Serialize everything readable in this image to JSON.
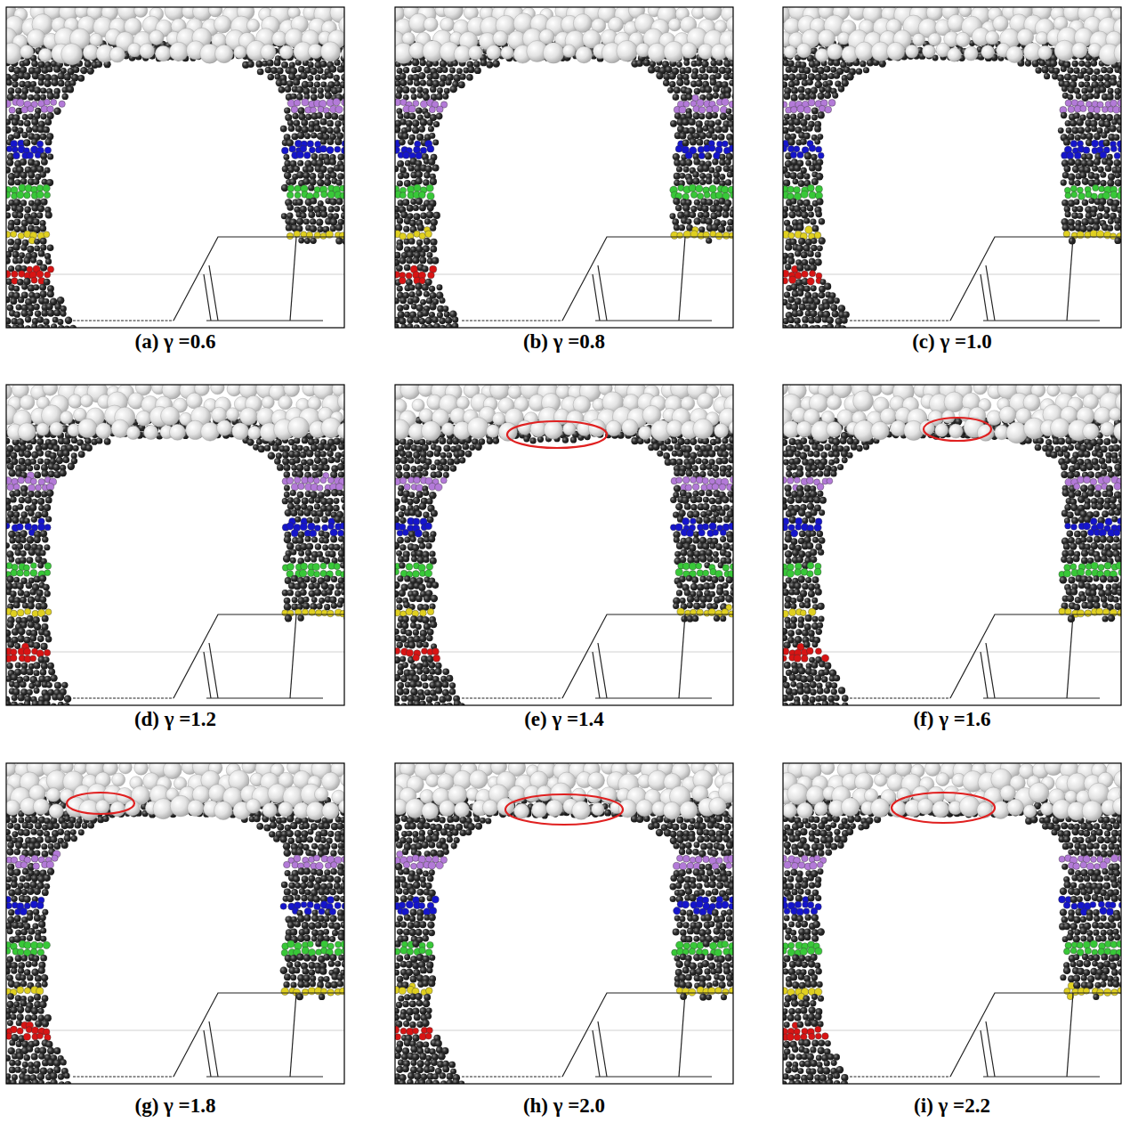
{
  "diagram": {
    "labels": [
      "(a) γ =0.6",
      "(b) γ =0.8",
      "(c) γ =1.0",
      "(d) γ =1.2",
      "(e) γ =1.4",
      "(f) γ =1.6",
      "(g) γ =1.8",
      "(h) γ =2.0",
      "(i) γ =2.2"
    ]
  }
}
